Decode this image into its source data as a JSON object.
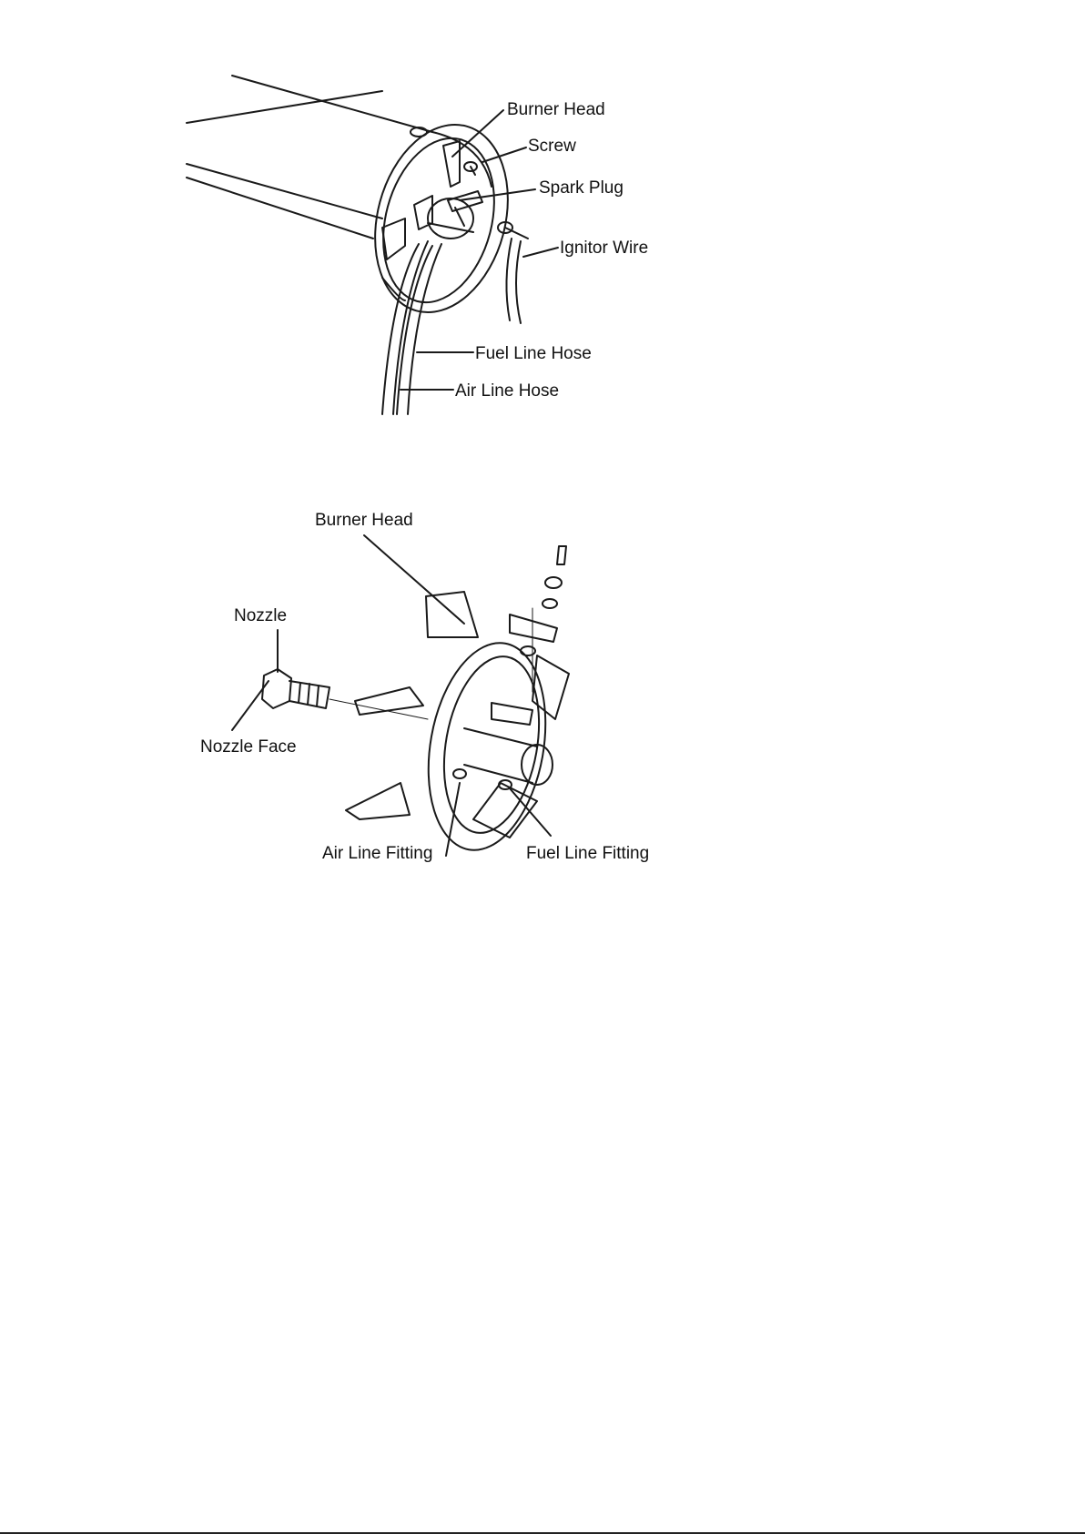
{
  "colors": {
    "line": "#1a1a1a",
    "background": "#ffffff"
  },
  "figure1": {
    "labels": {
      "burner_head": "Burner Head",
      "screw": "Screw",
      "spark_plug": "Spark Plug",
      "ignitor_wire": "Ignitor Wire",
      "fuel_line_hose": "Fuel Line Hose",
      "air_line_hose": "Air Line Hose"
    }
  },
  "figure2": {
    "labels": {
      "burner_head": "Burner Head",
      "nozzle": "Nozzle",
      "nozzle_face": "Nozzle Face",
      "air_line_fitting": "Air Line Fitting",
      "fuel_line_fitting": "Fuel Line Fitting"
    }
  }
}
